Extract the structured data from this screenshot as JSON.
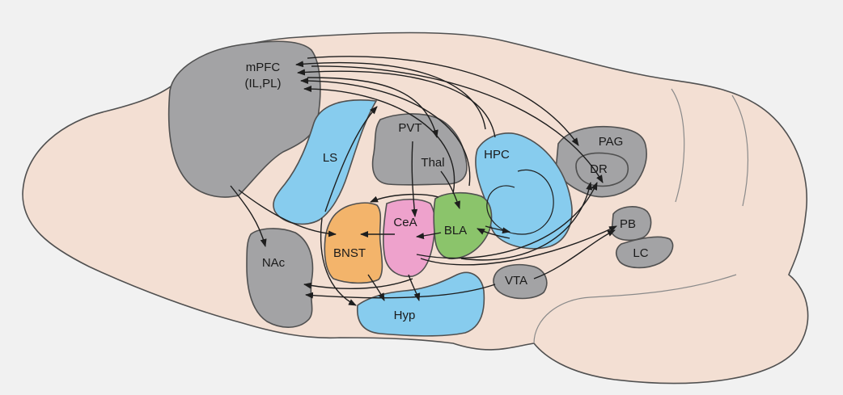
{
  "colors": {
    "background": "#f1f1f1",
    "brain_fill": "#f3dfd3",
    "brain_outline": "#6b6b6b",
    "gray_region": "#a3a3a5",
    "blue_region": "#87ccee",
    "orange_region": "#f3b46b",
    "pink_region": "#eea2cc",
    "green_region": "#8bc46b",
    "arrow": "#1e1e1e"
  },
  "regions": {
    "mpfc": {
      "line1": "mPFC",
      "line2": "(IL,PL)"
    },
    "ls": "LS",
    "pvt": "PVT",
    "thal": "Thal",
    "hpc": "HPC",
    "pag": "PAG",
    "dr": "DR",
    "pb": "PB",
    "lc": "LC",
    "nac": "NAc",
    "bnst": "BNST",
    "cea": "CeA",
    "bla": "BLA",
    "vta": "VTA",
    "hyp": "Hyp"
  }
}
